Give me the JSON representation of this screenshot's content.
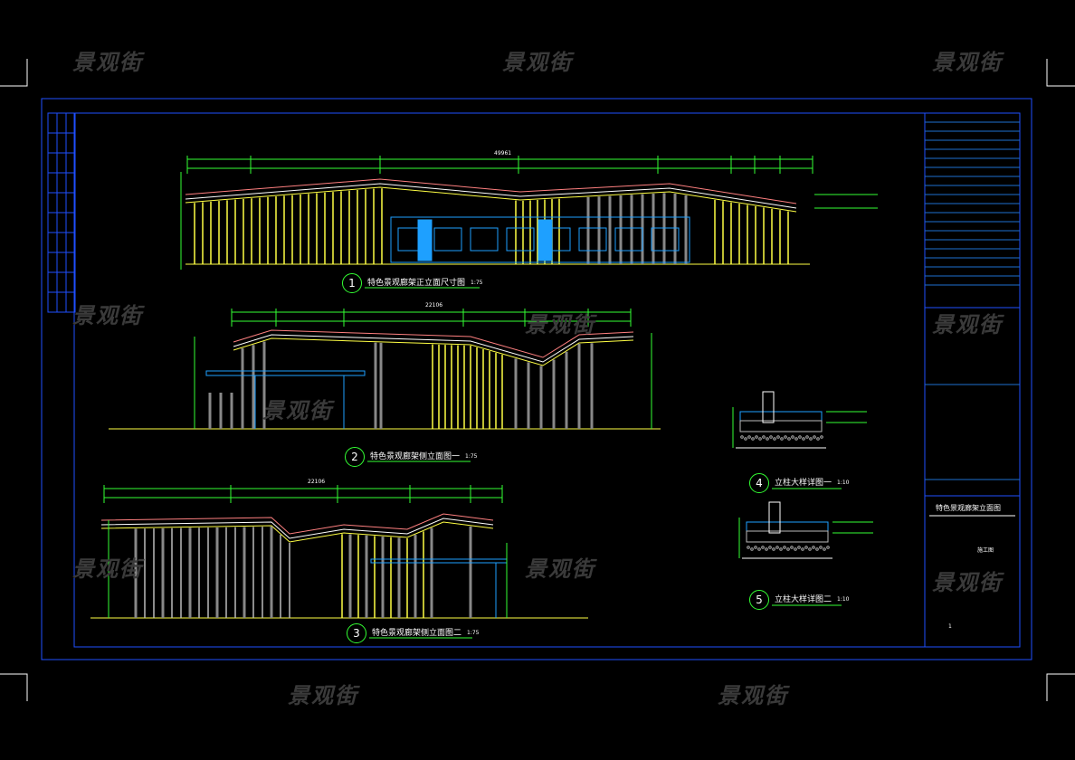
{
  "watermark": "景观街",
  "views": [
    {
      "number": "1",
      "title": "特色景观廊架正立面尺寸图",
      "scale": "1:75",
      "total_dim": "49961"
    },
    {
      "number": "2",
      "title": "特色景观廊架侧立面图一",
      "scale": "1:75",
      "total_dim": "22106"
    },
    {
      "number": "3",
      "title": "特色景观廊架侧立面图二",
      "scale": "1:75",
      "total_dim": "22106"
    },
    {
      "number": "4",
      "title": "立柱大样详图一",
      "scale": "1:10"
    },
    {
      "number": "5",
      "title": "立柱大样详图二",
      "scale": "1:10"
    }
  ],
  "title_block": {
    "drawing_name": "特色景观廊架立面图",
    "sheet_label": "施工图",
    "page": "1"
  },
  "colors": {
    "frame": "#1f4fff",
    "dim": "#33ff33",
    "roof": "#ff8080",
    "column": "#ffff44",
    "glass": "#1ea0ff",
    "text": "#ffffff"
  }
}
